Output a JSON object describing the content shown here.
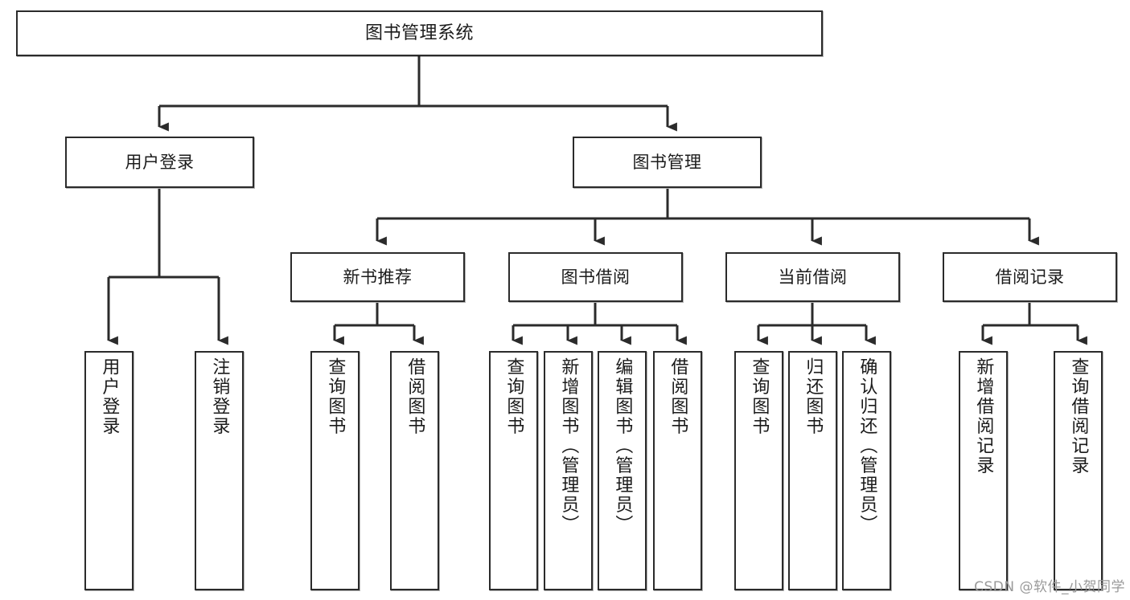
{
  "diagram": {
    "type": "tree-hierarchy",
    "title": "图书管理系统",
    "watermark": "CSDN @软件_小贺同学",
    "colors": {
      "box_border": "#2b2b2b",
      "box_fill": "#ffffff",
      "edge": "#2b2b2b",
      "text": "#1b1b1b",
      "watermark": "#9a9a9a",
      "background": "#ffffff"
    },
    "nodes": {
      "root": {
        "label": "图书管理系统"
      },
      "level2": [
        {
          "id": "user-login",
          "label": "用户登录"
        },
        {
          "id": "book-manage",
          "label": "图书管理"
        }
      ],
      "level3": [
        {
          "id": "new-book-recommend",
          "label": "新书推荐"
        },
        {
          "id": "book-borrow",
          "label": "图书借阅"
        },
        {
          "id": "current-borrow",
          "label": "当前借阅"
        },
        {
          "id": "borrow-record",
          "label": "借阅记录"
        }
      ],
      "leaves": [
        {
          "id": "leaf-user-login",
          "label": "用户登录",
          "parent": "user-login"
        },
        {
          "id": "leaf-logout",
          "label": "注销登录",
          "parent": "user-login"
        },
        {
          "id": "leaf-query-book-1",
          "label": "查询图书",
          "parent": "new-book-recommend"
        },
        {
          "id": "leaf-borrow-book-1",
          "label": "借阅图书",
          "parent": "new-book-recommend"
        },
        {
          "id": "leaf-query-book-2",
          "label": "查询图书",
          "parent": "book-borrow"
        },
        {
          "id": "leaf-add-book",
          "label": "新增图书（管理员）",
          "parent": "book-borrow"
        },
        {
          "id": "leaf-edit-book",
          "label": "编辑图书（管理员）",
          "parent": "book-borrow"
        },
        {
          "id": "leaf-borrow-book-2",
          "label": "借阅图书",
          "parent": "book-borrow"
        },
        {
          "id": "leaf-query-book-3",
          "label": "查询图书",
          "parent": "current-borrow"
        },
        {
          "id": "leaf-return-book",
          "label": "归还图书",
          "parent": "current-borrow"
        },
        {
          "id": "leaf-confirm-return",
          "label": "确认归还（管理员）",
          "parent": "current-borrow"
        },
        {
          "id": "leaf-add-record",
          "label": "新增借阅记录",
          "parent": "borrow-record"
        },
        {
          "id": "leaf-query-record",
          "label": "查询借阅记录",
          "parent": "borrow-record"
        }
      ]
    }
  }
}
